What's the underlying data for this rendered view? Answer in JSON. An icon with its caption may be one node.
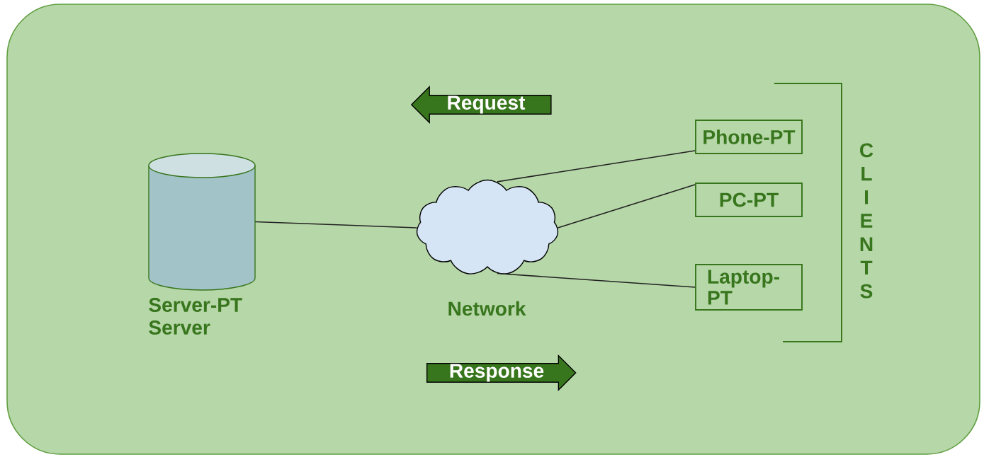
{
  "diagram": {
    "nodes": [
      {
        "text": [
          "Request"
        ]
      },
      {
        "text": [
          "Server-PT",
          "Server"
        ]
      },
      {
        "text": [
          "Network"
        ]
      },
      {
        "text": [
          "Phone-PT"
        ]
      },
      {
        "text": [
          "PC-PT"
        ]
      },
      {
        "text": [
          "Laptop- PT"
        ]
      },
      {
        "text": [
          "Response"
        ]
      }
    ],
    "edges": [
      {
        "from": 1,
        "to": 2,
        "arrow": "none"
      },
      {
        "from": 2,
        "to": 3,
        "arrow": "none"
      },
      {
        "from": 2,
        "to": 4,
        "arrow": "none"
      },
      {
        "from": 2,
        "to": 5,
        "arrow": "none"
      }
    ],
    "labels": [
      "C L I E N T S"
    ]
  }
}
